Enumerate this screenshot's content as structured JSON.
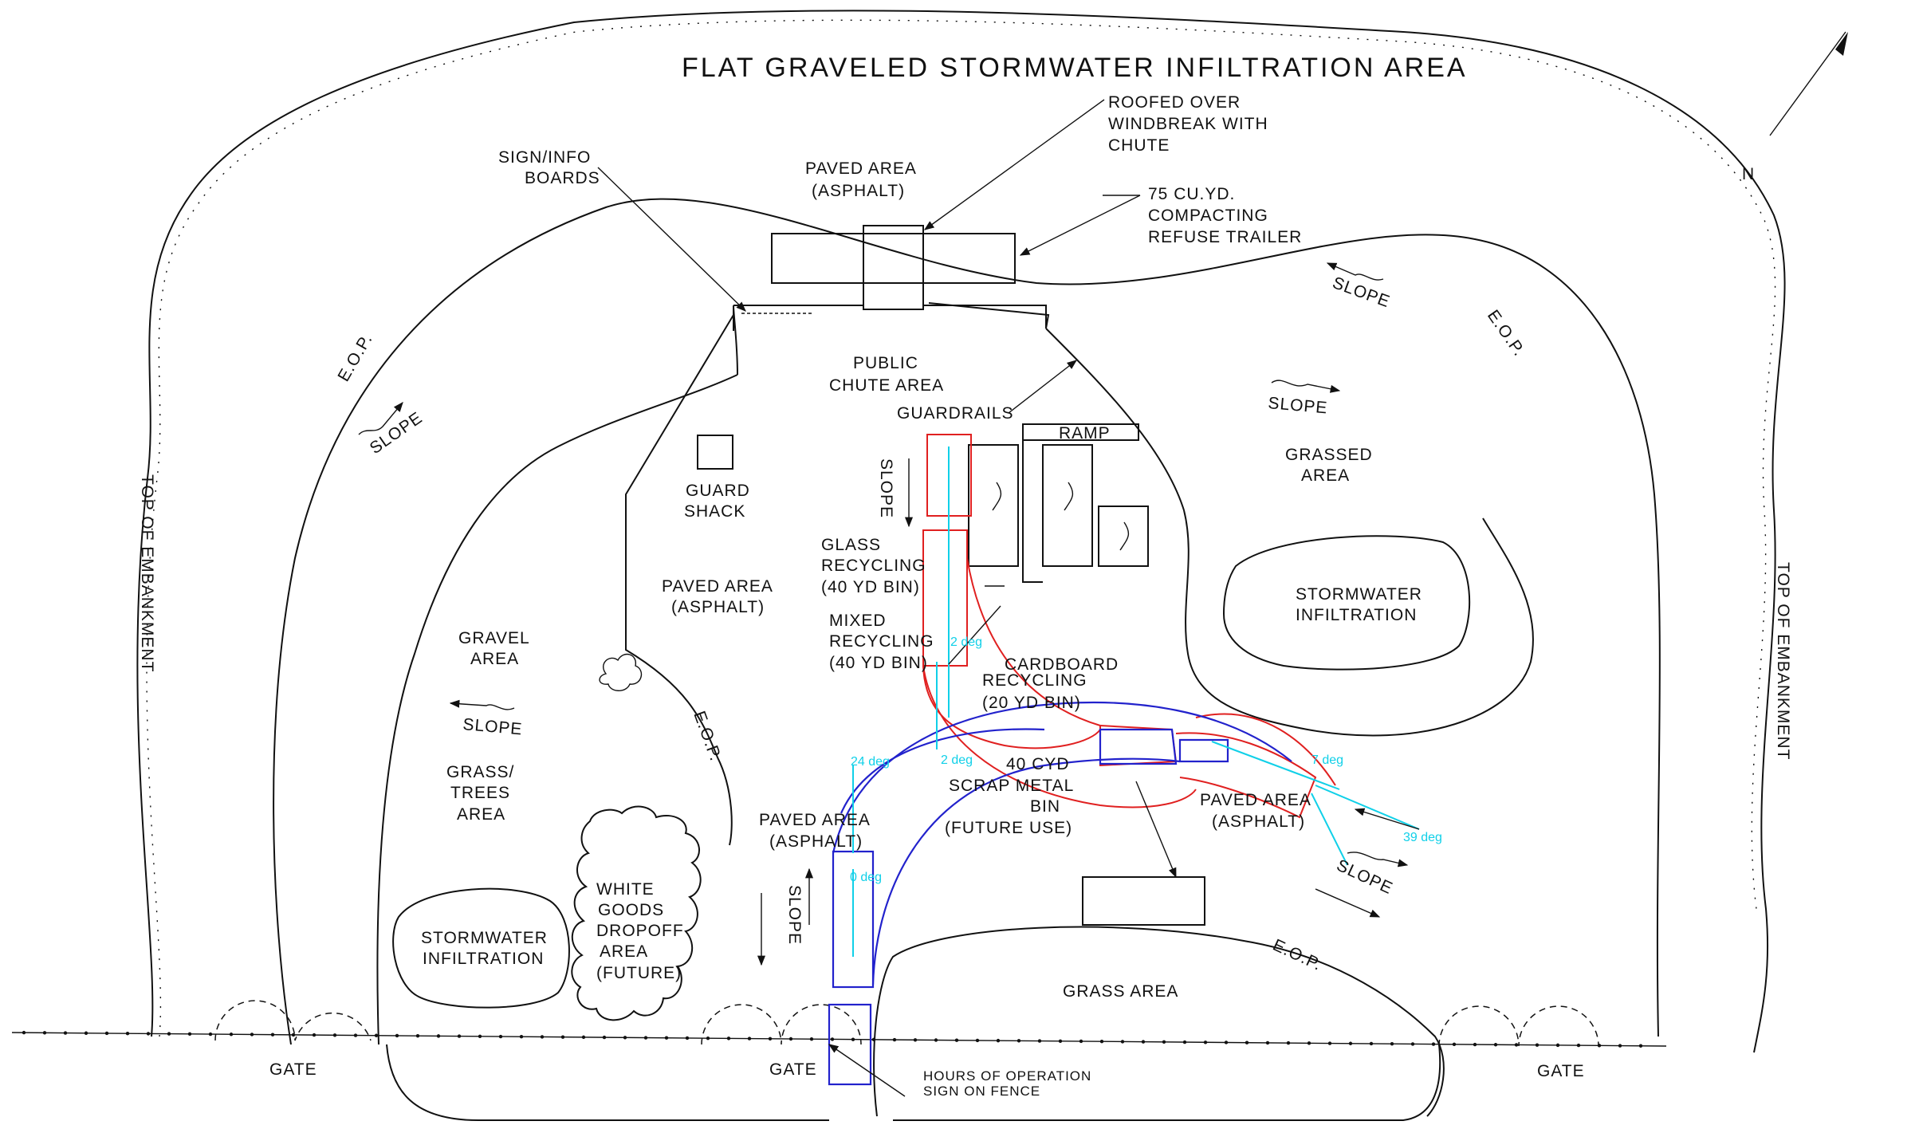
{
  "labels": {
    "title": "FLAT GRAVELED STORMWATER INFILTRATION AREA",
    "roofed_1": "ROOFED OVER",
    "roofed_2": "WINDBREAK WITH",
    "roofed_3": "CHUTE",
    "paved_top_1": "PAVED AREA",
    "paved_top_2": "(ASPHALT)",
    "sign_info_1": "SIGN/INFO",
    "sign_info_2": "BOARDS",
    "trailer_1": "75 CU.YD.",
    "trailer_2": "COMPACTING",
    "trailer_3": "REFUSE TRAILER",
    "north": "N",
    "slope": "SLOPE",
    "eop": "E.O.P.",
    "public_chute_1": "PUBLIC",
    "public_chute_2": "CHUTE AREA",
    "guardrails": "GUARDRAILS",
    "ramp": "RAMP",
    "guard_shack_1": "GUARD",
    "guard_shack_2": "SHACK",
    "glass_1": "GLASS",
    "glass_2": "RECYCLING",
    "glass_3": "(40 YD BIN)",
    "mixed_1": "MIXED",
    "mixed_2": "RECYCLING",
    "mixed_3": "(40 YD BIN)",
    "cardboard_1": "CARDBOARD",
    "cardboard_2": "RECYCLING",
    "cardboard_3": "(20 YD BIN)",
    "paved_mid_1": "PAVED AREA",
    "paved_mid_2": "(ASPHALT)",
    "gravel_1": "GRAVEL",
    "gravel_2": "AREA",
    "grassed_1": "GRASSED",
    "grassed_2": "AREA",
    "stormwater_1": "STORMWATER",
    "stormwater_2": "INFILTRATION",
    "top_embankment": "TOP OF EMBANKMENT",
    "grass_trees_1": "GRASS/",
    "grass_trees_2": "TREES",
    "grass_trees_3": "AREA",
    "white_goods_1": "WHITE",
    "white_goods_2": "GOODS",
    "white_goods_3": "DROPOFF",
    "white_goods_4": "AREA",
    "white_goods_5": "(FUTURE)",
    "scrap_1": "40 CYD",
    "scrap_2": "SCRAP METAL",
    "scrap_3": "BIN",
    "scrap_4": "(FUTURE USE)",
    "paved_right_1": "PAVED AREA",
    "paved_right_2": "(ASPHALT)",
    "paved_low_1": "PAVED AREA",
    "paved_low_2": "(ASPHALT)",
    "grass_area": "GRASS AREA",
    "gate": "GATE",
    "hours_1": "HOURS OF OPERATION",
    "hours_2": "SIGN ON FENCE"
  },
  "angles": {
    "a24": "24 deg",
    "a2a": "2 deg",
    "a2b": "2 deg",
    "a0": "0 deg",
    "a7": "7 deg",
    "a39": "39 deg"
  },
  "colors": {
    "linework": "#111111",
    "red_vehicle_path": "#e02020",
    "blue_vehicle_path": "#2222cc",
    "cyan_dimension": "#10d0e8"
  },
  "icons": {
    "north_arrow": "north-arrow-icon",
    "slope_arrow": "slope-arrow-icon",
    "fence": "fence-line-icon"
  }
}
